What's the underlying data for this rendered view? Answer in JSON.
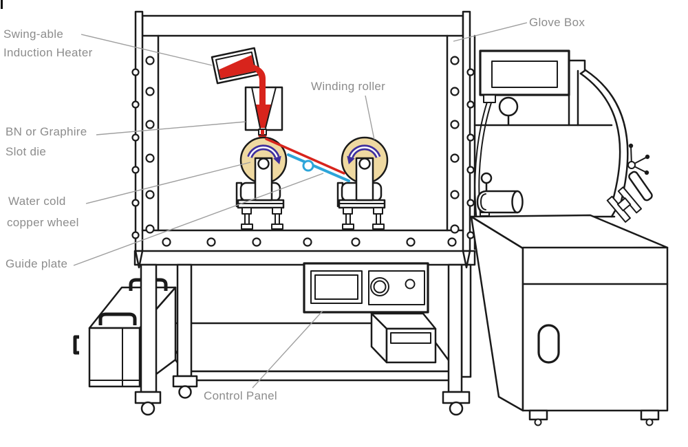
{
  "diagram": {
    "type": "technical-line-drawing",
    "subject": "Melt-spinning apparatus inside a glove box",
    "labels": {
      "swing_line1": "Swing-able",
      "swing_line2": "Induction Heater",
      "slot_line1": "BN or Graphire",
      "slot_line2": "Slot die",
      "wheel_line1": "Water cold",
      "wheel_line2": "copper wheel",
      "guide": "Guide plate",
      "winding": "Winding roller",
      "glove_box": "Glove Box",
      "control_panel": "Control Panel"
    },
    "colors": {
      "line": "#1a1a1a",
      "label_text": "#8c8c8c",
      "leader_gray": "#9f9f9f",
      "melt_red": "#d8241c",
      "wheel_tan": "#efd9a1",
      "rotation_purple": "#3f2f9e",
      "guide_blue": "#2da5d9"
    }
  }
}
